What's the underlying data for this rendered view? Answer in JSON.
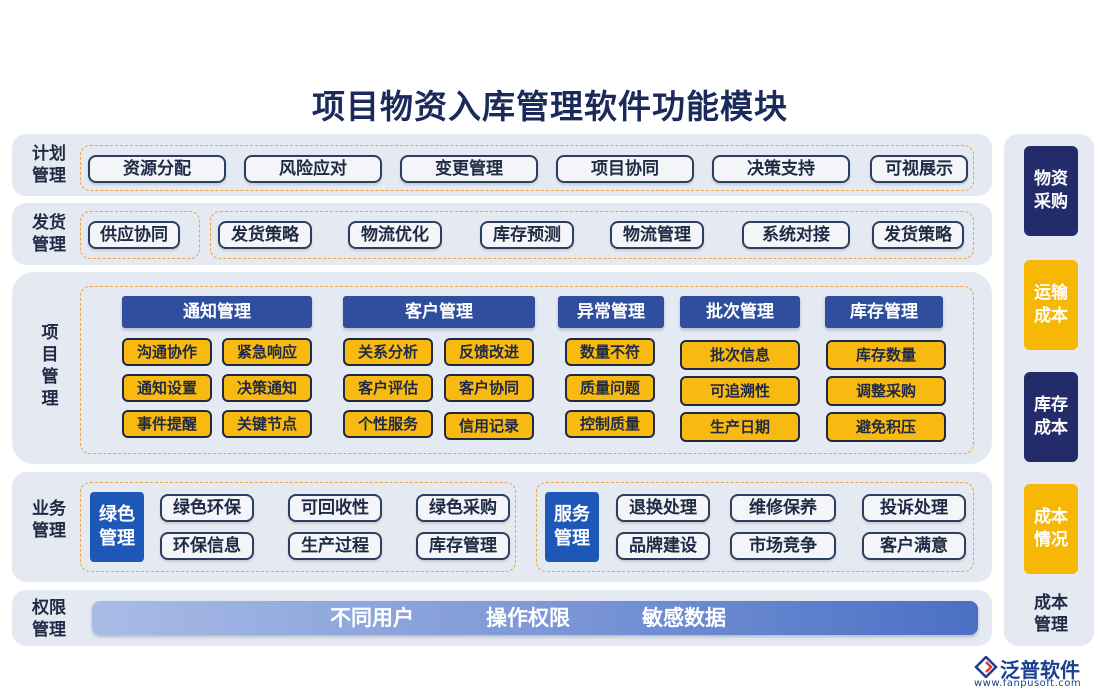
{
  "title": "项目物资入库管理软件功能模块",
  "rows": {
    "plan": {
      "label": "计划\n管理",
      "items": [
        "资源分配",
        "风险应对",
        "变更管理",
        "项目协同",
        "决策支持",
        "可视展示"
      ]
    },
    "ship": {
      "label": "发货\n管理",
      "left_item": "供应协同",
      "items": [
        "发货策略",
        "物流优化",
        "库存预测",
        "物流管理",
        "系统对接",
        "发货策略"
      ]
    },
    "project": {
      "label": "项\n目\n管\n理",
      "groups": [
        {
          "title": "通知管理",
          "items": [
            "沟通协作",
            "紧急响应",
            "通知设置",
            "决策通知",
            "事件提醒",
            "关键节点"
          ]
        },
        {
          "title": "客户管理",
          "items": [
            "关系分析",
            "反馈改进",
            "客户评估",
            "客户协同",
            "个性服务",
            "信用记录"
          ]
        },
        {
          "title": "异常管理",
          "items": [
            "数量不符",
            "质量问题",
            "控制质量"
          ]
        },
        {
          "title": "批次管理",
          "items": [
            "批次信息",
            "可追溯性",
            "生产日期"
          ]
        },
        {
          "title": "库存管理",
          "items": [
            "库存数量",
            "调整采购",
            "避免积压"
          ]
        }
      ]
    },
    "business": {
      "label": "业务\n管理",
      "green": {
        "tag": "绿色\n管理",
        "items": [
          "绿色环保",
          "可回收性",
          "绿色采购",
          "环保信息",
          "生产过程",
          "库存管理"
        ]
      },
      "service": {
        "tag": "服务\n管理",
        "items": [
          "退换处理",
          "维修保养",
          "投诉处理",
          "品牌建设",
          "市场竞争",
          "客户满意"
        ]
      }
    },
    "permission": {
      "label": "权限\n管理",
      "items": [
        "不同用户",
        "操作权限",
        "敏感数据"
      ]
    }
  },
  "sidebar": {
    "cards": [
      "物资\n采购",
      "运输\n成本",
      "库存\n成本",
      "成本\n情况"
    ],
    "label": "成本\n管理"
  },
  "logo": {
    "name": "泛普软件",
    "url": "www.fanpusoft.com"
  },
  "colors": {
    "navy": "#232c6b",
    "gold": "#f8ba11",
    "blue": "#1d58b9",
    "panel": "#e4e9f2",
    "dash": "#f2a23a"
  }
}
